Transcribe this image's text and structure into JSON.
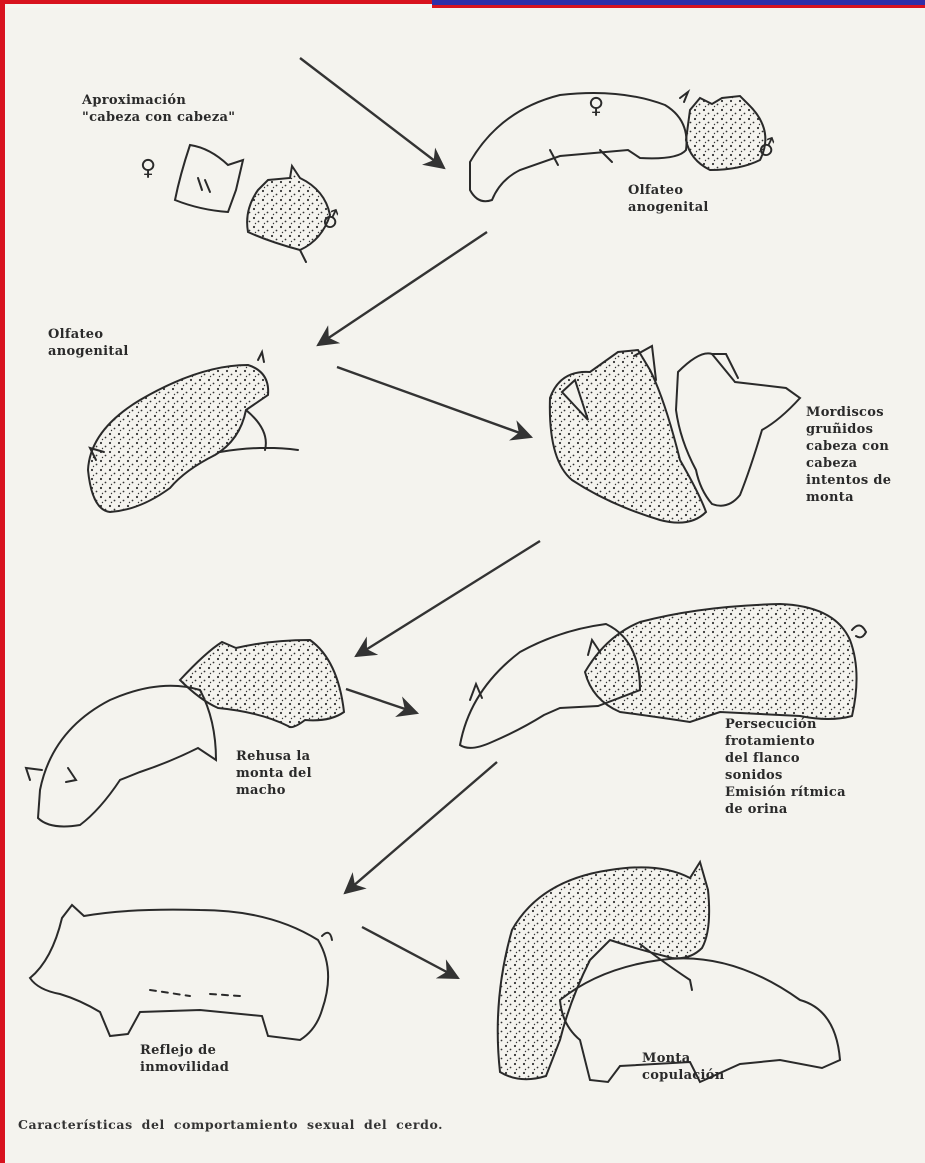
{
  "labels": {
    "approach": "Aproximación\n\"cabeza con cabeza\"",
    "sniff1": "Olfateo\nanogenital",
    "sniff2": "Olfateo\nanogenital",
    "bites": "Mordiscos\ngruñidos\ncabeza con\ncabeza\nintentos de\nmonta",
    "refuse": "Rehusa la\nmonta del\nmacho",
    "pursuit": "Persecución\nfrotamiento\ndel flanco\nsonidos\nEmisión rítmica\nde orina",
    "reflex": "Reflejo de\ninmovilidad",
    "mount": "Monta\ncopulación"
  },
  "symbols": {
    "female": "♀",
    "male": "♂"
  },
  "caption": "Características del comportamiento sexual del cerdo.",
  "colors": {
    "frame_red": "#d8121e",
    "frame_blue": "#2e2ea8",
    "ink": "#2a2a2a",
    "paper": "#f4f3ee"
  }
}
